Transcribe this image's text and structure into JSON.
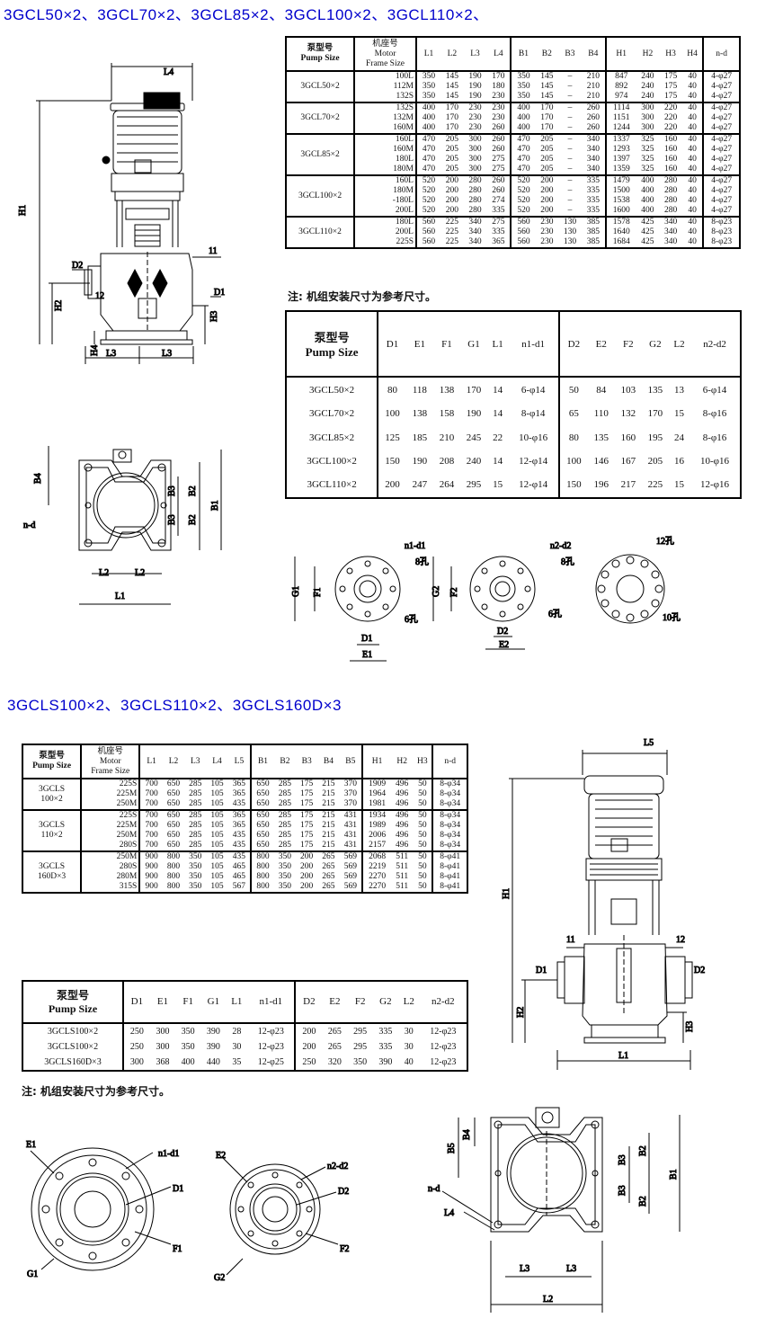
{
  "headings": {
    "top": "3GCL50×2、3GCL70×2、3GCL85×2、3GCL100×2、3GCL110×2、",
    "bottom": "3GCLS100×2、3GCLS110×2、3GCLS160D×3"
  },
  "notes": {
    "note1": "注: 机组安装尺寸为参考尺寸。",
    "note2": "注: 机组安装尺寸为参考尺寸。"
  },
  "table1": {
    "h_pump": [
      "泵型号",
      "Pump Size"
    ],
    "h_motor": [
      "机座号",
      "Motor",
      "Frame Size"
    ],
    "cols": [
      "L1",
      "L2",
      "L3",
      "L4",
      "B1",
      "B2",
      "B3",
      "B4",
      "H1",
      "H2",
      "H3",
      "H4",
      "n-d"
    ],
    "groups": [
      {
        "name": "3GCL50×2",
        "rows": [
          [
            "100L",
            "350",
            "145",
            "190",
            "170",
            "350",
            "145",
            "–",
            "210",
            "847",
            "240",
            "175",
            "40",
            "4-φ27"
          ],
          [
            "112M",
            "350",
            "145",
            "190",
            "180",
            "350",
            "145",
            "–",
            "210",
            "892",
            "240",
            "175",
            "40",
            "4-φ27"
          ],
          [
            "132S",
            "350",
            "145",
            "190",
            "230",
            "350",
            "145",
            "–",
            "210",
            "974",
            "240",
            "175",
            "40",
            "4-φ27"
          ]
        ]
      },
      {
        "name": "3GCL70×2",
        "rows": [
          [
            "132S",
            "400",
            "170",
            "230",
            "230",
            "400",
            "170",
            "–",
            "260",
            "1114",
            "300",
            "220",
            "40",
            "4-φ27"
          ],
          [
            "132M",
            "400",
            "170",
            "230",
            "230",
            "400",
            "170",
            "–",
            "260",
            "1151",
            "300",
            "220",
            "40",
            "4-φ27"
          ],
          [
            "160M",
            "400",
            "170",
            "230",
            "260",
            "400",
            "170",
            "–",
            "260",
            "1244",
            "300",
            "220",
            "40",
            "4-φ27"
          ]
        ]
      },
      {
        "name": "3GCL85×2",
        "rows": [
          [
            "160L",
            "470",
            "205",
            "300",
            "260",
            "470",
            "205",
            "–",
            "340",
            "1337",
            "325",
            "160",
            "40",
            "4-φ27"
          ],
          [
            "160M",
            "470",
            "205",
            "300",
            "260",
            "470",
            "205",
            "–",
            "340",
            "1293",
            "325",
            "160",
            "40",
            "4-φ27"
          ],
          [
            "180L",
            "470",
            "205",
            "300",
            "275",
            "470",
            "205",
            "–",
            "340",
            "1397",
            "325",
            "160",
            "40",
            "4-φ27"
          ],
          [
            "180M",
            "470",
            "205",
            "300",
            "275",
            "470",
            "205",
            "–",
            "340",
            "1359",
            "325",
            "160",
            "40",
            "4-φ27"
          ]
        ]
      },
      {
        "name": "3GCL100×2",
        "rows": [
          [
            "160L",
            "520",
            "200",
            "280",
            "260",
            "520",
            "200",
            "–",
            "335",
            "1479",
            "400",
            "280",
            "40",
            "4-φ27"
          ],
          [
            "180M",
            "520",
            "200",
            "280",
            "260",
            "520",
            "200",
            "–",
            "335",
            "1500",
            "400",
            "280",
            "40",
            "4-φ27"
          ],
          [
            "-180L",
            "520",
            "200",
            "280",
            "274",
            "520",
            "200",
            "–",
            "335",
            "1538",
            "400",
            "280",
            "40",
            "4-φ27"
          ],
          [
            "200L",
            "520",
            "200",
            "280",
            "335",
            "520",
            "200",
            "–",
            "335",
            "1600",
            "400",
            "280",
            "40",
            "4-φ27"
          ]
        ]
      },
      {
        "name": "3GCL110×2",
        "rows": [
          [
            "180L",
            "560",
            "225",
            "340",
            "275",
            "560",
            "230",
            "130",
            "385",
            "1578",
            "425",
            "340",
            "40",
            "8-φ23"
          ],
          [
            "200L",
            "560",
            "225",
            "340",
            "335",
            "560",
            "230",
            "130",
            "385",
            "1640",
            "425",
            "340",
            "40",
            "8-φ23"
          ],
          [
            "225S",
            "560",
            "225",
            "340",
            "365",
            "560",
            "230",
            "130",
            "385",
            "1684",
            "425",
            "340",
            "40",
            "8-φ23"
          ]
        ]
      }
    ]
  },
  "table2": {
    "h_pump": [
      "泵型号",
      "Pump Size"
    ],
    "cols": [
      "D1",
      "E1",
      "F1",
      "G1",
      "L1",
      "n1-d1",
      "D2",
      "E2",
      "F2",
      "G2",
      "L2",
      "n2-d2"
    ],
    "rows": [
      [
        "3GCL50×2",
        "80",
        "118",
        "138",
        "170",
        "14",
        "6-φ14",
        "50",
        "84",
        "103",
        "135",
        "13",
        "6-φ14"
      ],
      [
        "3GCL70×2",
        "100",
        "138",
        "158",
        "190",
        "14",
        "8-φ14",
        "65",
        "110",
        "132",
        "170",
        "15",
        "8-φ16"
      ],
      [
        "3GCL85×2",
        "125",
        "185",
        "210",
        "245",
        "22",
        "10-φ16",
        "80",
        "135",
        "160",
        "195",
        "24",
        "8-φ16"
      ],
      [
        "3GCL100×2",
        "150",
        "190",
        "208",
        "240",
        "14",
        "12-φ14",
        "100",
        "146",
        "167",
        "205",
        "16",
        "10-φ16"
      ],
      [
        "3GCL110×2",
        "200",
        "247",
        "264",
        "295",
        "15",
        "12-φ14",
        "150",
        "196",
        "217",
        "225",
        "15",
        "12-φ16"
      ]
    ]
  },
  "table3": {
    "h_pump": [
      "泵型号",
      "Pump Size"
    ],
    "h_motor": [
      "机座号",
      "Motor",
      "Frame Size"
    ],
    "cols": [
      "L1",
      "L2",
      "L3",
      "L4",
      "L5",
      "B1",
      "B2",
      "B3",
      "B4",
      "B5",
      "H1",
      "H2",
      "H3",
      "n-d"
    ],
    "groups": [
      {
        "name": [
          "3GCLS",
          "100×2"
        ],
        "rows": [
          [
            "225S",
            "700",
            "650",
            "285",
            "105",
            "365",
            "650",
            "285",
            "175",
            "215",
            "370",
            "1909",
            "496",
            "50",
            "8-φ34"
          ],
          [
            "225M",
            "700",
            "650",
            "285",
            "105",
            "365",
            "650",
            "285",
            "175",
            "215",
            "370",
            "1964",
            "496",
            "50",
            "8-φ34"
          ],
          [
            "250M",
            "700",
            "650",
            "285",
            "105",
            "435",
            "650",
            "285",
            "175",
            "215",
            "370",
            "1981",
            "496",
            "50",
            "8-φ34"
          ]
        ]
      },
      {
        "name": [
          "3GCLS",
          "110×2"
        ],
        "rows": [
          [
            "225S",
            "700",
            "650",
            "285",
            "105",
            "365",
            "650",
            "285",
            "175",
            "215",
            "431",
            "1934",
            "496",
            "50",
            "8-φ34"
          ],
          [
            "225M",
            "700",
            "650",
            "285",
            "105",
            "365",
            "650",
            "285",
            "175",
            "215",
            "431",
            "1989",
            "496",
            "50",
            "8-φ34"
          ],
          [
            "250M",
            "700",
            "650",
            "285",
            "105",
            "435",
            "650",
            "285",
            "175",
            "215",
            "431",
            "2006",
            "496",
            "50",
            "8-φ34"
          ],
          [
            "280S",
            "700",
            "650",
            "285",
            "105",
            "435",
            "650",
            "285",
            "175",
            "215",
            "431",
            "2157",
            "496",
            "50",
            "8-φ34"
          ]
        ]
      },
      {
        "name": [
          "3GCLS",
          "160D×3"
        ],
        "rows": [
          [
            "250M",
            "900",
            "800",
            "350",
            "105",
            "435",
            "800",
            "350",
            "200",
            "265",
            "569",
            "2068",
            "511",
            "50",
            "8-φ41"
          ],
          [
            "280S",
            "900",
            "800",
            "350",
            "105",
            "465",
            "800",
            "350",
            "200",
            "265",
            "569",
            "2219",
            "511",
            "50",
            "8-φ41"
          ],
          [
            "280M",
            "900",
            "800",
            "350",
            "105",
            "465",
            "800",
            "350",
            "200",
            "265",
            "569",
            "2270",
            "511",
            "50",
            "8-φ41"
          ],
          [
            "315S",
            "900",
            "800",
            "350",
            "105",
            "567",
            "800",
            "350",
            "200",
            "265",
            "569",
            "2270",
            "511",
            "50",
            "8-φ41"
          ]
        ]
      }
    ]
  },
  "table4": {
    "h_pump": [
      "泵型号",
      "Pump Size"
    ],
    "cols": [
      "D1",
      "E1",
      "F1",
      "G1",
      "L1",
      "n1-d1",
      "D2",
      "E2",
      "F2",
      "G2",
      "L2",
      "n2-d2"
    ],
    "rows": [
      [
        "3GCLS100×2",
        "250",
        "300",
        "350",
        "390",
        "28",
        "12-φ23",
        "200",
        "265",
        "295",
        "335",
        "30",
        "12-φ23"
      ],
      [
        "3GCLS100×2",
        "250",
        "300",
        "350",
        "390",
        "30",
        "12-φ23",
        "200",
        "265",
        "295",
        "335",
        "30",
        "12-φ23"
      ],
      [
        "3GCLS160D×3",
        "300",
        "368",
        "400",
        "440",
        "35",
        "12-φ25",
        "250",
        "320",
        "350",
        "390",
        "40",
        "12-φ23"
      ]
    ]
  },
  "labels": {
    "front1": {
      "L4": "L4",
      "H1": "H1",
      "11": "11",
      "12": "12",
      "D2": "D2",
      "D1": "D1",
      "H2": "H2",
      "H3": "H3",
      "H4": "H4",
      "L3a": "L3",
      "L3b": "L3"
    },
    "plan1": {
      "B4": "B4",
      "B3a": "B3",
      "B3b": "B3",
      "B2a": "B2",
      "B2b": "B2",
      "B1": "B1",
      "nd": "n-d",
      "L2a": "L2",
      "L2b": "L2",
      "L1": "L1"
    },
    "flanges1": {
      "n1d1": "n1-d1",
      "h8a": "8孔",
      "G1": "G1",
      "F1": "F1",
      "h6a": "6孔",
      "D1": "D1",
      "E1": "E1",
      "n2d2": "n2-d2",
      "h8b": "8孔",
      "G2": "G2",
      "F2": "F2",
      "h6b": "6孔",
      "D2": "D2",
      "E2": "E2",
      "h12": "12孔",
      "h10": "10孔"
    },
    "front2": {
      "L5": "L5",
      "H1": "H1",
      "11": "11",
      "12": "12",
      "D1": "D1",
      "D2": "D2",
      "H2": "H2",
      "H3": "H3",
      "L1": "L1"
    },
    "flanges2": {
      "E1": "E1",
      "n1d1": "n1-d1",
      "D1": "D1",
      "F1": "F1",
      "G1": "G1",
      "E2": "E2",
      "n2d2": "n2-d2",
      "D2": "D2",
      "F2": "F2",
      "G2": "G2"
    },
    "plan2": {
      "B4": "B4",
      "B5": "B5",
      "B2a": "B2",
      "B3a": "B3",
      "B3b": "B3",
      "B2b": "B2",
      "B1": "B1",
      "nd": "n-d",
      "L4": "L4",
      "L3a": "L3",
      "L3b": "L3",
      "L2": "L2"
    }
  }
}
